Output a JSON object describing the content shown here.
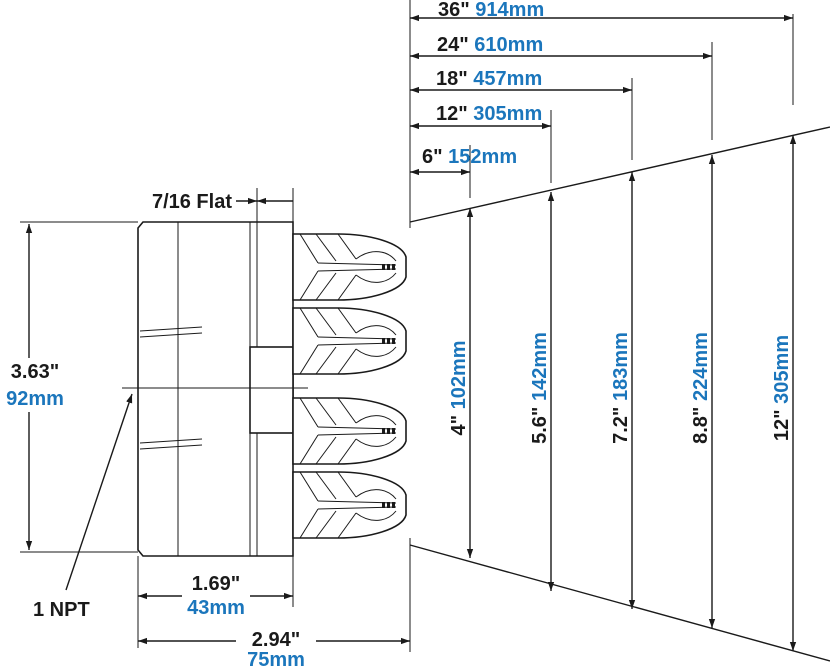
{
  "colors": {
    "black": "#1a1a1a",
    "blue": "#1b76bc"
  },
  "top_dims": [
    {
      "imperial": "36\"",
      "metric": "914mm"
    },
    {
      "imperial": "24\"",
      "metric": "610mm"
    },
    {
      "imperial": "18\"",
      "metric": "457mm"
    },
    {
      "imperial": "12\"",
      "metric": "305mm"
    },
    {
      "imperial": "6\"",
      "metric": "152mm"
    }
  ],
  "spray_widths": [
    {
      "imperial": "4\"",
      "metric": "102mm"
    },
    {
      "imperial": "5.6\"",
      "metric": "142mm"
    },
    {
      "imperial": "7.2\"",
      "metric": "183mm"
    },
    {
      "imperial": "8.8\"",
      "metric": "224mm"
    },
    {
      "imperial": "12\"",
      "metric": "305mm"
    }
  ],
  "flat_label": "7/16 Flat",
  "height": {
    "imperial": "3.63\"",
    "metric": "92mm"
  },
  "thread_label": "1 NPT",
  "body_length": {
    "imperial": "1.69\"",
    "metric": "43mm"
  },
  "overall_length": {
    "imperial": "2.94\"",
    "metric": "75mm"
  }
}
